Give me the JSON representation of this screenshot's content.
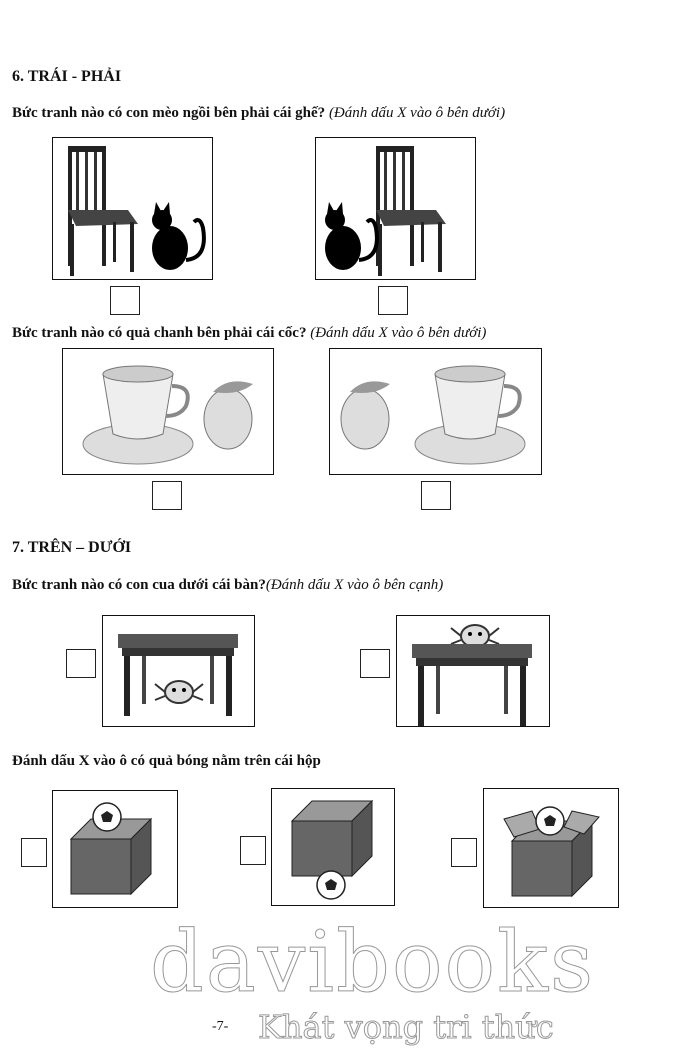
{
  "section6": {
    "title": "6. TRÁI - PHẢI",
    "q1": {
      "text": "Bức tranh nào có con mèo ngồi bên phải cái ghế?",
      "hint": "(Đánh dấu X vào ô bên dưới)"
    },
    "q2": {
      "text": "Bức tranh nào có quả chanh bên phải cái cốc?",
      "hint": "(Đánh dấu X vào ô bên dưới)"
    }
  },
  "section7": {
    "title": "7. TRÊN – DƯỚI",
    "q3": {
      "text": "Bức tranh nào có con cua dưới cái bàn?",
      "hint": "(Đánh dấu X vào ô bên cạnh)"
    },
    "q4": {
      "text": "Đánh dấu X vào ô có quả bóng nằm trên cái hộp"
    }
  },
  "footer": {
    "page_number": "-7-",
    "watermark_brand": "davibooks",
    "watermark_slogan": "Khát vọng tri thức"
  }
}
